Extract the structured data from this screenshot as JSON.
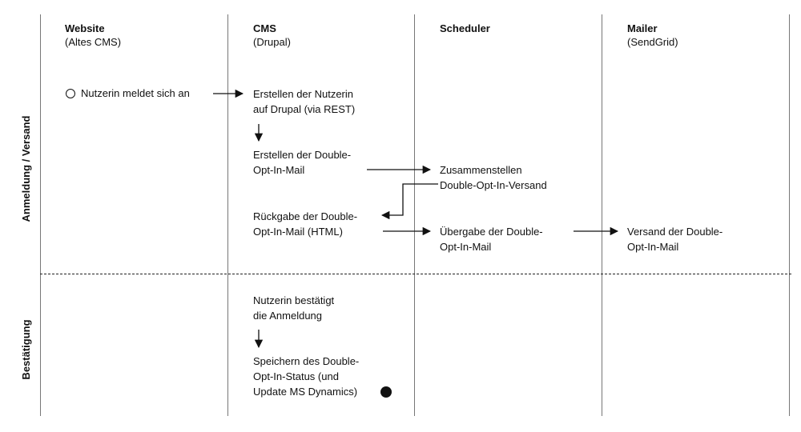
{
  "lanes": [
    {
      "title": "Website",
      "subtitle": "(Altes CMS)"
    },
    {
      "title": "CMS",
      "subtitle": "(Drupal)"
    },
    {
      "title": "Scheduler",
      "subtitle": ""
    },
    {
      "title": "Mailer",
      "subtitle": "(SendGrid)"
    }
  ],
  "rows": {
    "anmeldung": "Anmeldung / Versand",
    "bestaetigung": "Bestätigung"
  },
  "steps": {
    "nutzerin_meldet": "Nutzerin meldet sich an",
    "erstellen_nutzerin": [
      "Erstellen der Nutzerin",
      "auf Drupal (via REST)"
    ],
    "erstellen_mail": [
      "Erstellen der Double-",
      "Opt-In-Mail"
    ],
    "zusammenstellen": [
      "Zusammenstellen",
      "Double-Opt-In-Versand"
    ],
    "rueckgabe": [
      "Rückgabe der Double-",
      "Opt-In-Mail (HTML)"
    ],
    "uebergabe": [
      "Übergabe der Double-",
      "Opt-In-Mail"
    ],
    "versand": [
      "Versand der Double-",
      "Opt-In-Mail"
    ],
    "bestaetigt": [
      "Nutzerin bestätigt",
      "die Anmeldung"
    ],
    "speichern": [
      "Speichern des Double-",
      "Opt-In-Status (und",
      "Update MS Dynamics)"
    ]
  }
}
